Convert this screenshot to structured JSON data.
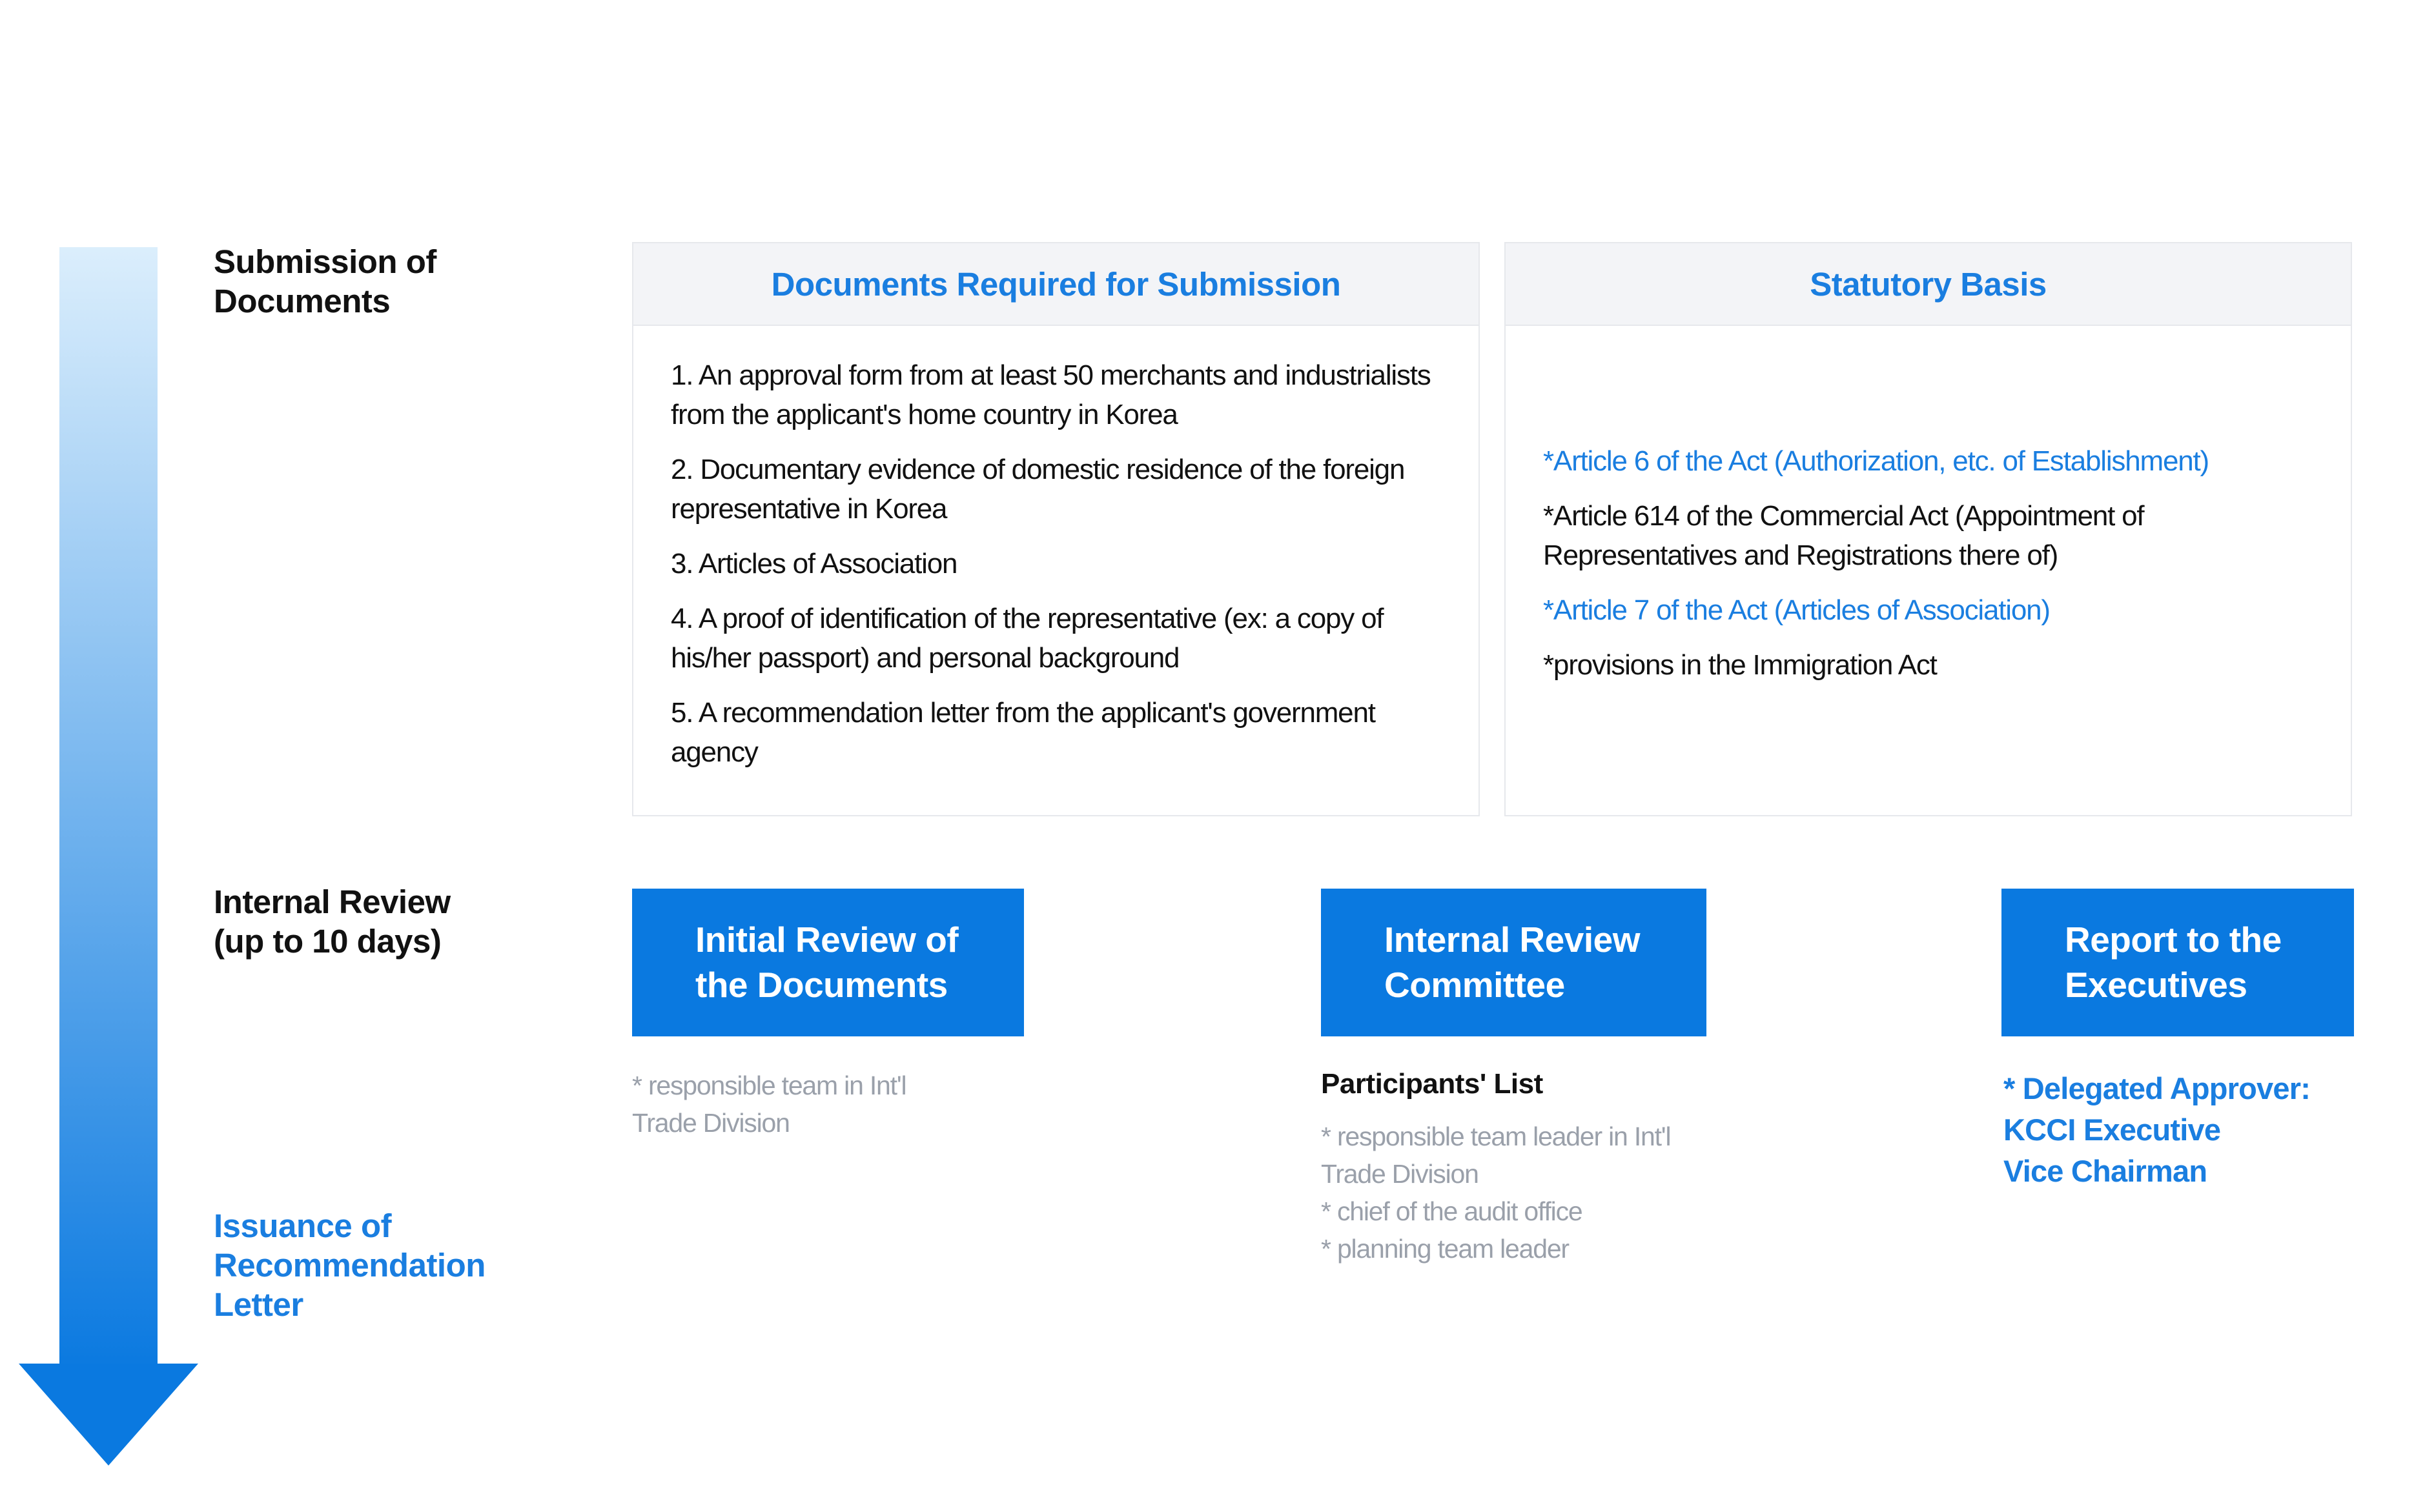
{
  "colors": {
    "accent": "#1a7ee0",
    "step_box": "#0a79e0",
    "arrow_top": "#dbeefc",
    "arrow_bottom": "#0a79e0",
    "header_bg": "#f3f4f7",
    "note_gray": "#9aa0aa"
  },
  "stages": {
    "submission": "Submission of\nDocuments",
    "review": "Internal Review\n(up to 10 days)",
    "issuance": "Issuance of\nRecommendation\nLetter"
  },
  "documents": {
    "title": "Documents Required for Submission",
    "items": [
      "1. An approval form from at least 50 merchants and industrialists from the applicant's home country in Korea",
      "2. Documentary evidence of domestic residence of the foreign representative in Korea",
      "3. Articles of Association",
      "4. A proof of identification of the representative (ex: a copy of his/her passport) and personal background",
      "5. A recommendation letter from the applicant's government agency"
    ]
  },
  "statutory": {
    "title": "Statutory Basis",
    "items": [
      {
        "text": "*Article 6 of the Act (Authorization, etc. of Establishment)",
        "highlight": true
      },
      {
        "text": "*Article 614 of the Commercial Act (Appointment of Representatives and Registrations there of)",
        "highlight": false
      },
      {
        "text": "*Article 7 of the Act (Articles of Association)",
        "highlight": true
      },
      {
        "text": "*provisions in the Immigration Act",
        "highlight": false
      }
    ]
  },
  "steps": {
    "initial": {
      "title": "Initial Review of\nthe Documents",
      "note": "* responsible team in Int'l\n   Trade Division"
    },
    "committee": {
      "title": "Internal Review\nCommittee",
      "participants_title": "Participants' List",
      "participants": "* responsible team leader in Int'l\nTrade Division\n* chief of the audit office\n* planning team leader"
    },
    "executives": {
      "title": "Report to the\nExecutives",
      "approver": "* Delegated Approver:\n   KCCI Executive\n   Vice Chairman"
    }
  }
}
